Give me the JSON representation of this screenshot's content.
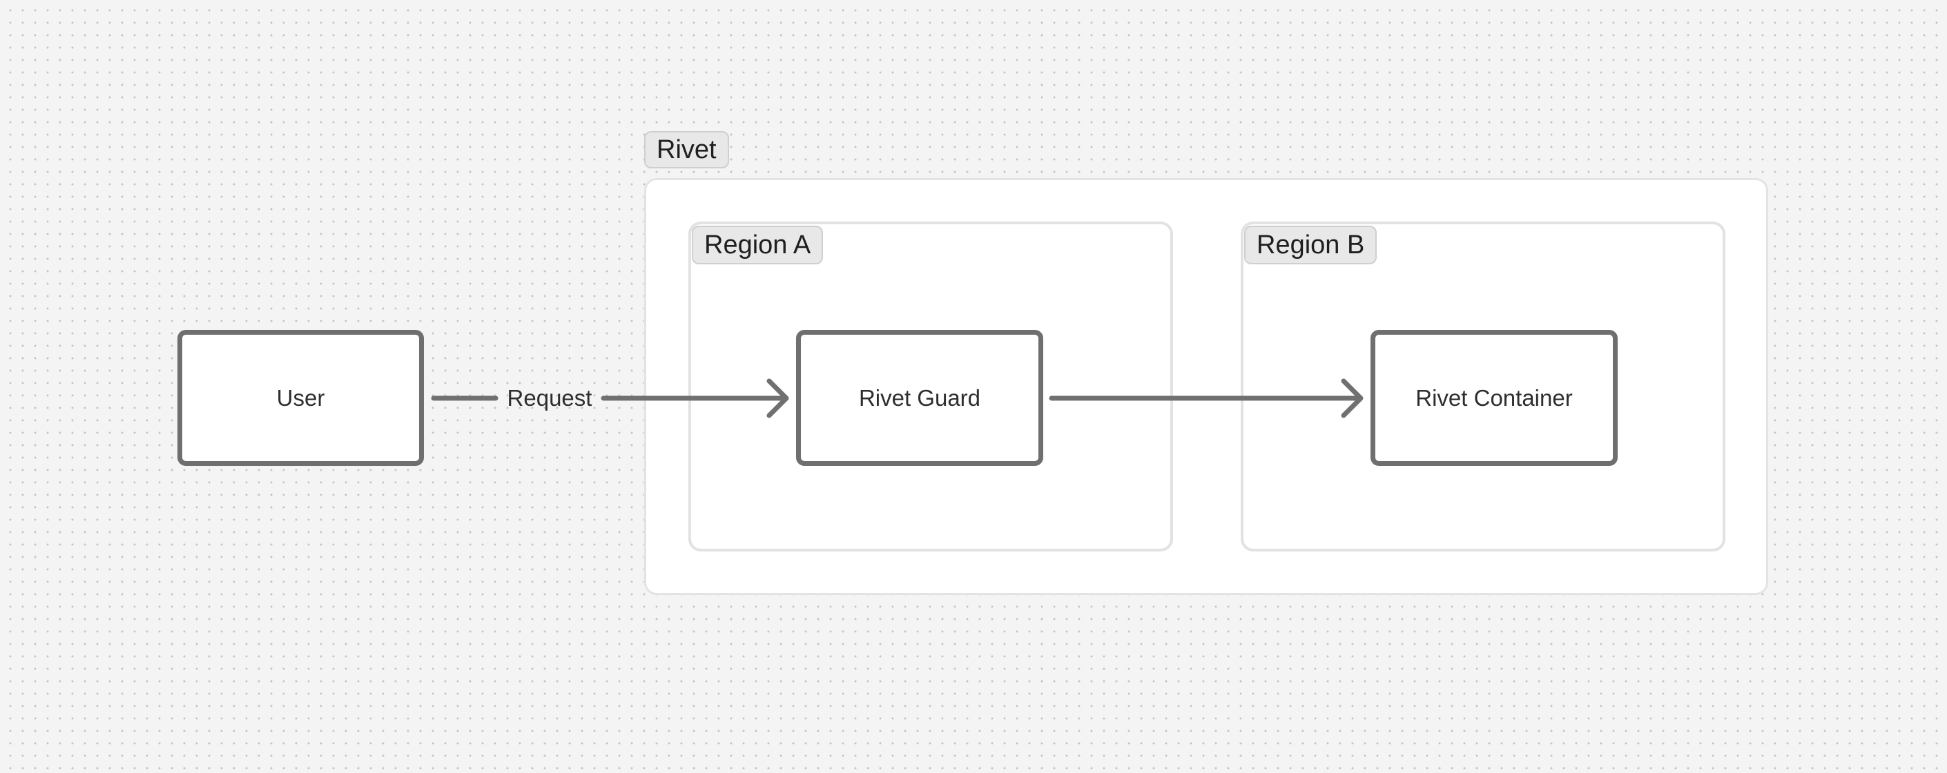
{
  "groups": {
    "rivet": {
      "label": "Rivet"
    }
  },
  "regions": {
    "region_a": {
      "label": "Region A"
    },
    "region_b": {
      "label": "Region B"
    }
  },
  "nodes": {
    "user": {
      "label": "User"
    },
    "rivet_guard": {
      "label": "Rivet Guard"
    },
    "rivet_container": {
      "label": "Rivet Container"
    }
  },
  "edges": [
    {
      "from": "User",
      "to": "Rivet Guard",
      "label": "Request"
    },
    {
      "from": "Rivet Guard",
      "to": "Rivet Container",
      "label": ""
    }
  ],
  "colors": {
    "background": "#f4f4f4",
    "grid_dot": "#c4c4c4",
    "node_border": "#6f6f6f",
    "edge": "#707070",
    "container_border": "#e2e2e2",
    "tag_fill": "#e8e8e8"
  }
}
